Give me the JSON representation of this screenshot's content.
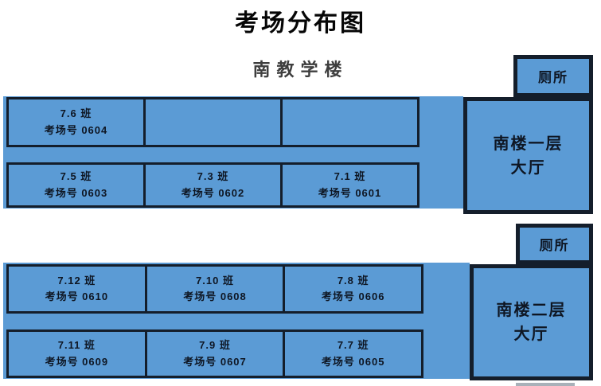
{
  "title": "考场分布图",
  "building_label": "南教学楼",
  "colors": {
    "room_fill": "#5b9bd5",
    "border": "#141e2b",
    "text": "#0e1623"
  },
  "floors": [
    {
      "toilet_label": "厕所",
      "hall_line1": "南楼一层",
      "hall_line2": "大厅",
      "row1": [
        {
          "class_name": "7.6 班",
          "room_no": "考场号 0604"
        },
        {
          "class_name": "",
          "room_no": ""
        },
        {
          "class_name": "",
          "room_no": ""
        }
      ],
      "row2": [
        {
          "class_name": "7.5 班",
          "room_no": "考场号 0603"
        },
        {
          "class_name": "7.3 班",
          "room_no": "考场号 0602"
        },
        {
          "class_name": "7.1 班",
          "room_no": "考场号 0601"
        }
      ]
    },
    {
      "toilet_label": "厕所",
      "hall_line1": "南楼二层",
      "hall_line2": "大厅",
      "row1": [
        {
          "class_name": "7.12 班",
          "room_no": "考场号 0610"
        },
        {
          "class_name": "7.10 班",
          "room_no": "考场号 0608"
        },
        {
          "class_name": "7.8 班",
          "room_no": "考场号 0606"
        }
      ],
      "row2": [
        {
          "class_name": "7.11 班",
          "room_no": "考场号 0609"
        },
        {
          "class_name": "7.9 班",
          "room_no": "考场号 0607"
        },
        {
          "class_name": "7.7 班",
          "room_no": "考场号 0605"
        }
      ]
    }
  ]
}
